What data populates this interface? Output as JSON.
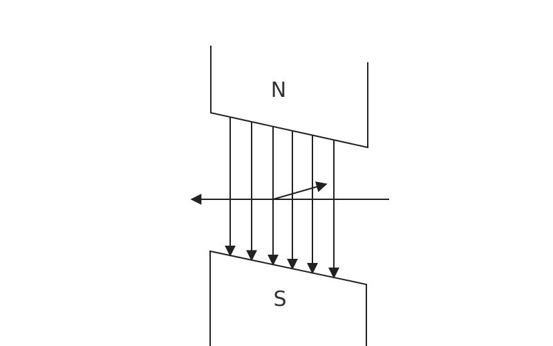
{
  "diagram": {
    "north_label": "N",
    "south_label": "S",
    "field_line_count": 6,
    "colors": {
      "stroke": "#222222",
      "background": "#ffffff"
    }
  }
}
